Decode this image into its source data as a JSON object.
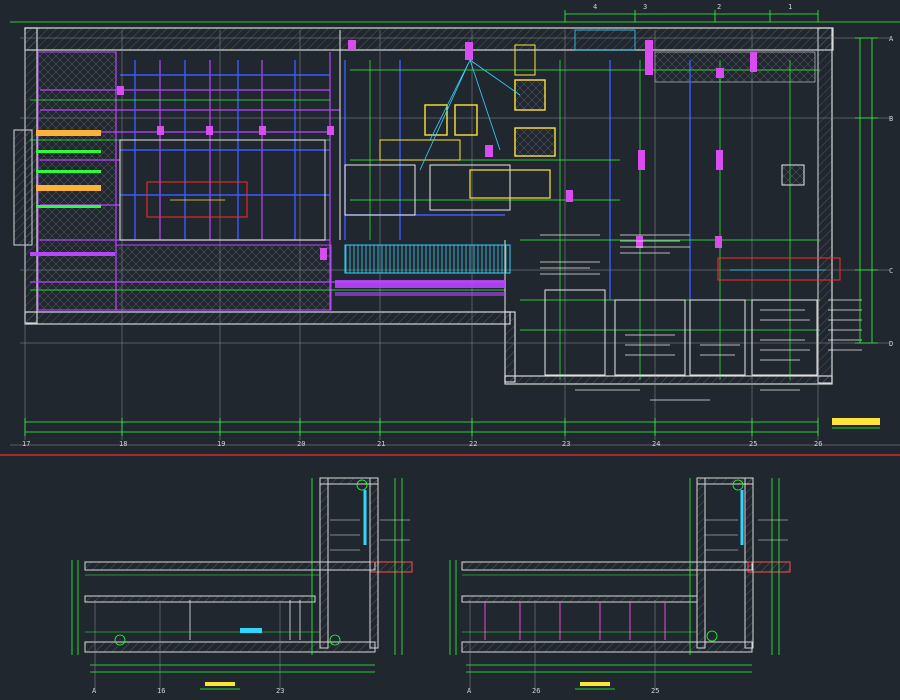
{
  "drawing": {
    "background": "#21272e",
    "colors": {
      "wall": "#d8d8d8",
      "hatch": "#7a7f86",
      "purple": "#b845ff",
      "cyan": "#2fd6ff",
      "green": "#2bff3a",
      "yellow": "#ffe33a",
      "red": "#ff2b2b",
      "blue": "#3a5bff",
      "white": "#e8e8e8",
      "magenta": "#ff4df0",
      "dim": "#8c9197"
    },
    "plan": {
      "grid_bottom": [
        "17",
        "18",
        "19",
        "20",
        "21",
        "22",
        "23",
        "24",
        "25",
        "26"
      ],
      "grid_right": [
        "A",
        "B",
        "C",
        "D"
      ],
      "grid_top": [
        "4",
        "3",
        "2",
        "1"
      ]
    },
    "sections": [
      {
        "axis_start": "A",
        "axis_marks": [
          "16",
          "23"
        ]
      },
      {
        "axis_start": "A",
        "axis_marks": [
          "26",
          "25"
        ]
      }
    ]
  }
}
